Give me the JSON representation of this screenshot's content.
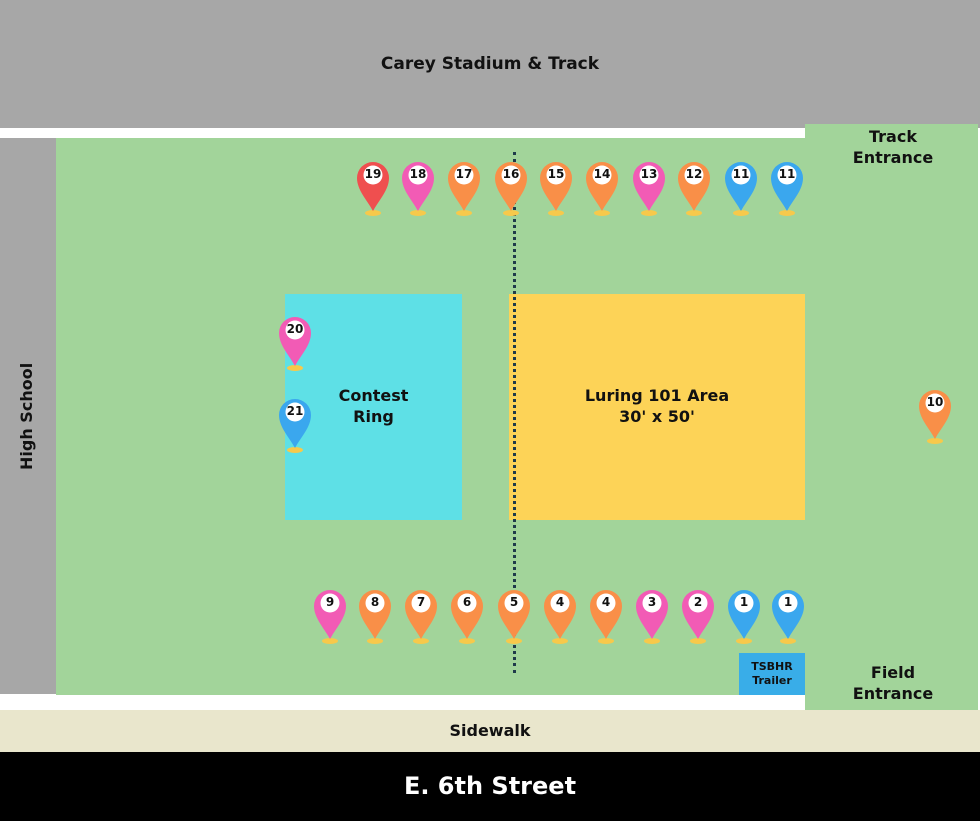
{
  "colors": {
    "grass": "#a2d49a",
    "gray_building": "#a7a7a7",
    "sidewalk": "#e9e6cc",
    "street": "#000000",
    "contest_ring": "#5ee0e6",
    "luring_area": "#fdd357",
    "trailer": "#39ade8",
    "pin_white": "#ffffff",
    "pin_base": "#f7c94b"
  },
  "pin_colors": {
    "red": "#ef4f4f",
    "pink": "#f25bb5",
    "orange": "#f98f48",
    "blue": "#3aa7ee"
  },
  "labels": {
    "stadium": "Carey Stadium & Track",
    "high_school": "High School",
    "track_entrance": "Track\nEntrance",
    "field_entrance": "Field\nEntrance",
    "sidewalk": "Sidewalk",
    "street": "E. 6th Street",
    "contest_ring": "Contest\nRing",
    "luring_area": "Luring 101 Area\n30' x 50'",
    "trailer": "TSBHR\nTrailer"
  },
  "top_row_pins": [
    {
      "label": "19",
      "color": "red"
    },
    {
      "label": "18",
      "color": "pink"
    },
    {
      "label": "17",
      "color": "orange"
    },
    {
      "label": "16",
      "color": "orange"
    },
    {
      "label": "15",
      "color": "orange"
    },
    {
      "label": "14",
      "color": "orange"
    },
    {
      "label": "13",
      "color": "pink"
    },
    {
      "label": "12",
      "color": "orange"
    },
    {
      "label": "11",
      "color": "blue"
    },
    {
      "label": "11",
      "color": "blue"
    }
  ],
  "bottom_row_pins": [
    {
      "label": "9",
      "color": "pink"
    },
    {
      "label": "8",
      "color": "orange"
    },
    {
      "label": "7",
      "color": "orange"
    },
    {
      "label": "6",
      "color": "orange"
    },
    {
      "label": "5",
      "color": "orange"
    },
    {
      "label": "4",
      "color": "orange"
    },
    {
      "label": "4",
      "color": "orange"
    },
    {
      "label": "3",
      "color": "pink"
    },
    {
      "label": "2",
      "color": "pink"
    },
    {
      "label": "1",
      "color": "blue"
    },
    {
      "label": "1",
      "color": "blue"
    }
  ],
  "side_pins": [
    {
      "label": "20",
      "color": "pink"
    },
    {
      "label": "21",
      "color": "blue"
    },
    {
      "label": "10",
      "color": "orange"
    }
  ]
}
